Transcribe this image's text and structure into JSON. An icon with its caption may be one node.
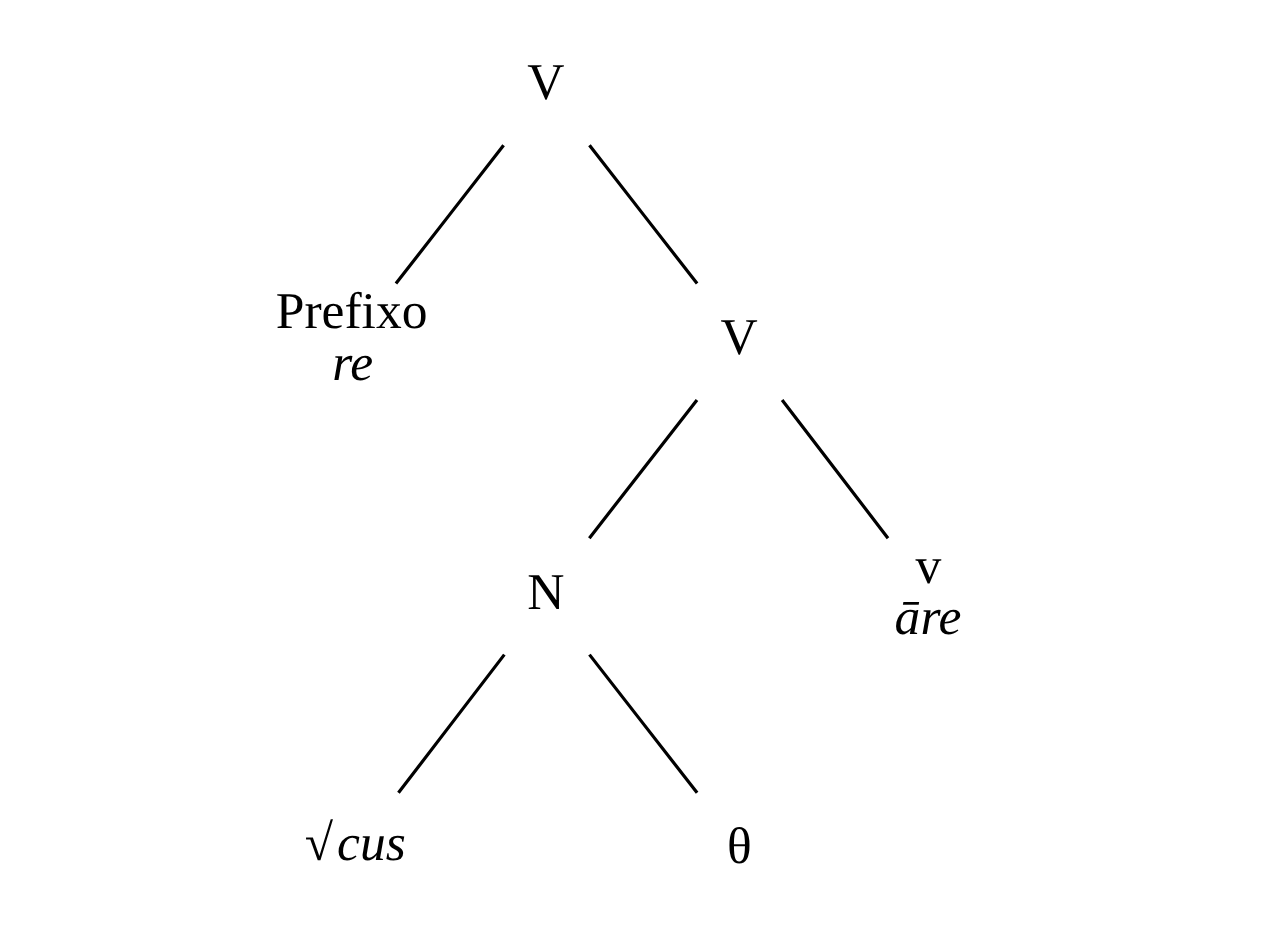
{
  "diagram": {
    "nodes": [
      {
        "text": [
          "V"
        ]
      },
      {
        "text": [
          "Prefixo",
          "*re*"
        ]
      },
      {
        "text": [
          "V"
        ]
      },
      {
        "text": [
          "N"
        ]
      },
      {
        "text": [
          "v",
          "*āre*"
        ]
      },
      {
        "text": [
          "√*cus*"
        ]
      },
      {
        "text": [
          "θ"
        ]
      }
    ],
    "edges": [
      {
        "from": 0,
        "to": 1,
        "arrow": "none"
      },
      {
        "from": 0,
        "to": 2,
        "arrow": "none"
      },
      {
        "from": 2,
        "to": 3,
        "arrow": "none"
      },
      {
        "from": 2,
        "to": 4,
        "arrow": "none"
      },
      {
        "from": 3,
        "to": 5,
        "arrow": "none"
      },
      {
        "from": 3,
        "to": 6,
        "arrow": "none"
      }
    ]
  }
}
